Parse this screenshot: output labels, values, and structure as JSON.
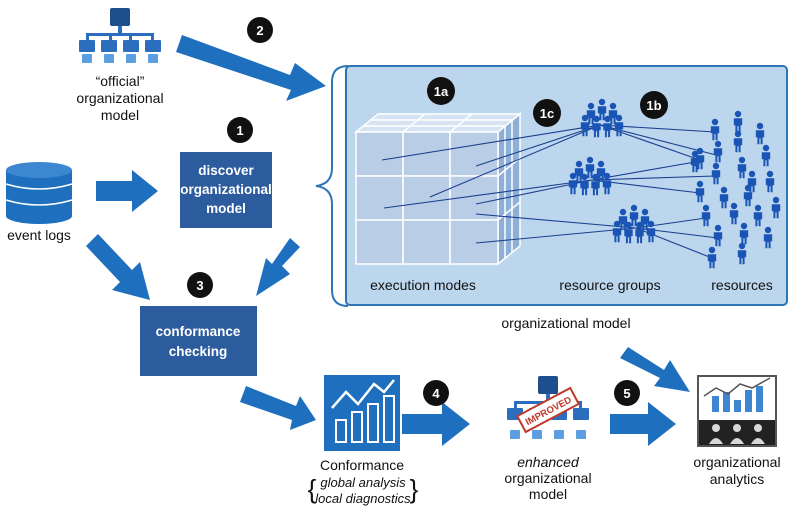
{
  "colors": {
    "arrow": "#1f6fbf",
    "box": "#2d5c9e",
    "panel_fill": "#bcd6ee",
    "panel_stroke": "#2e75b6",
    "people": "#1a55b5",
    "badge": "#111111",
    "cube": "#b9cde6"
  },
  "official_model": {
    "line1": "“official”",
    "line2": "organizational",
    "line3": "model"
  },
  "event_logs": {
    "label": "event logs"
  },
  "discover": {
    "line1": "discover",
    "line2": "organizational",
    "line3": "model"
  },
  "conformance_checking": {
    "line1": "conformance",
    "line2": "checking"
  },
  "org_model_panel": {
    "caption": "organizational model",
    "execution_modes": "execution modes",
    "resource_groups": "resource groups",
    "resources": "resources"
  },
  "badges": {
    "b1": "1",
    "b2": "2",
    "b3": "3",
    "b4": "4",
    "b5": "5",
    "b1a": "1a",
    "b1b": "1b",
    "b1c": "1c"
  },
  "conformance_out": {
    "title": "Conformance",
    "item1": "global analysis",
    "item2": "local diagnostics"
  },
  "enhanced": {
    "line1": "enhanced",
    "line2": "organizational",
    "line3": "model",
    "stamp": "IMPROVED"
  },
  "analytics": {
    "line1": "organizational",
    "line2": "analytics"
  },
  "icons": [
    "org-chart-icon",
    "database-icon",
    "cube-icon",
    "people-group-icon",
    "person-icon",
    "chart-icon",
    "analytics-icon",
    "improved-stamp-icon"
  ]
}
